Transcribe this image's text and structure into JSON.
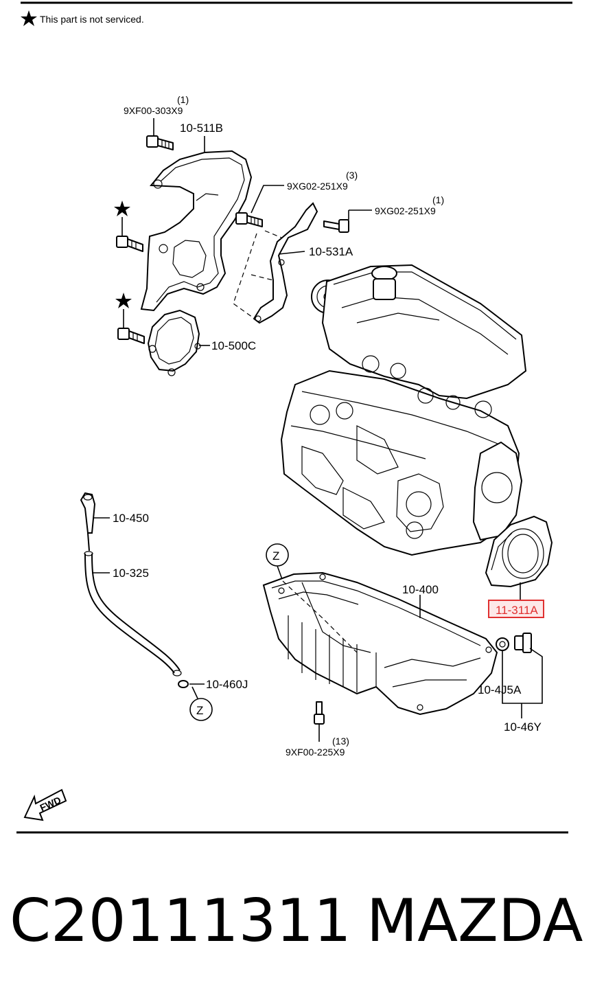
{
  "note": "This part is not serviced.",
  "labels": {
    "bolt_top_qty": "(1)",
    "bolt_top": "9XF00-303X9",
    "cover_upper": "10-511B",
    "bolt_mid_qty": "(3)",
    "bolt_mid": "9XG02-251X9",
    "bolt_right_qty": "(1)",
    "bolt_right": "9XG02-251X9",
    "bracket": "10-531A",
    "cover_lower": "10-500C",
    "dipstick": "10-450",
    "dipstick_tube": "10-325",
    "oring": "10-460J",
    "oil_pan": "10-400",
    "rear_seal": "11-311A",
    "washer": "10-4J5A",
    "drain_plug": "10-46Y",
    "pan_bolt_qty": "(13)",
    "pan_bolt": "9XF00-225X9",
    "ref_top": "Z",
    "ref_bottom": "Z",
    "fwd": "FWD"
  },
  "footer": {
    "part_number": "C20111311",
    "brand": "MAZDA"
  },
  "colors": {
    "highlight": "#e03030",
    "highlight_fill": "#fde8e8"
  },
  "icons": [
    "star-icon",
    "fwd-arrow-icon"
  ]
}
